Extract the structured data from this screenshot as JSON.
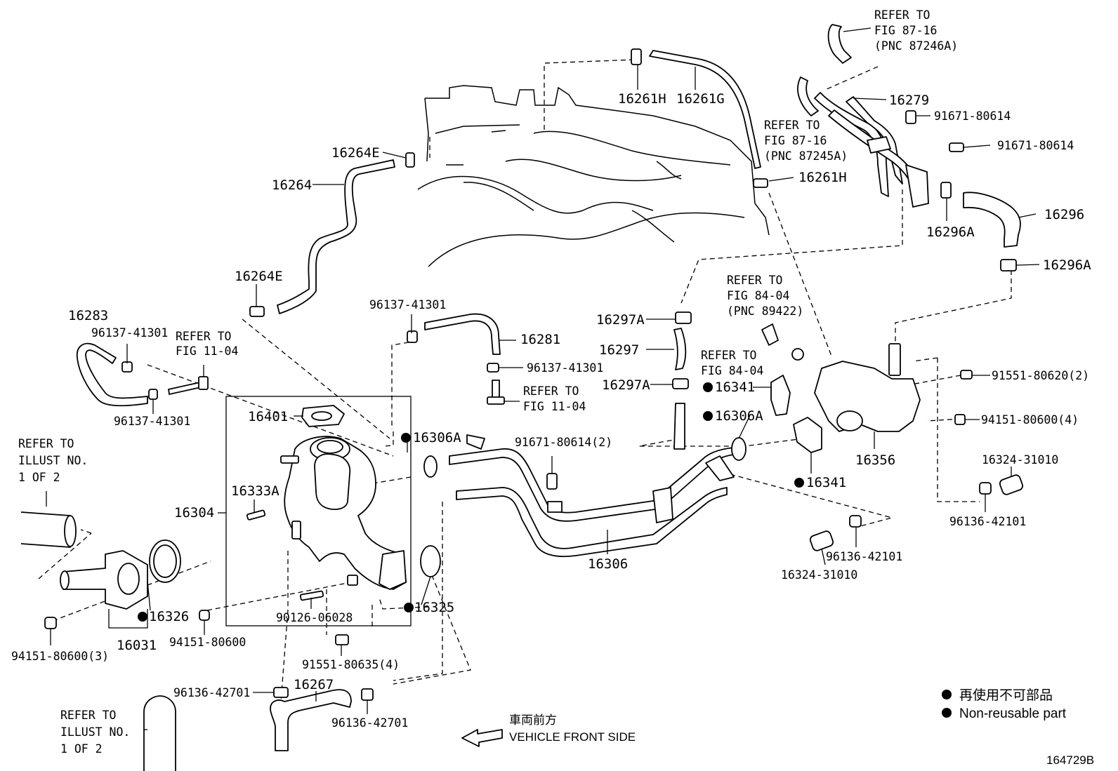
{
  "callouts": {
    "p16261H_top": "16261H",
    "p16261G": "16261G",
    "p16261H_right": "16261H",
    "p16264E_top": "16264E",
    "p16264": "16264",
    "p16264E_left": "16264E",
    "p16283": "16283",
    "p96137_41301_a": "96137-41301",
    "p96137_41301_b": "96137-41301",
    "p96137_41301_c": "96137-41301",
    "p96137_41301_d": "96137-41301",
    "p16281": "16281",
    "p16279": "16279",
    "p91671_80614_a": "91671-80614",
    "p91671_80614_b": "91671-80614",
    "p16296": "16296",
    "p16296A_a": "16296A",
    "p16296A_b": "16296A",
    "p16297A_a": "16297A",
    "p16297": "16297",
    "p16297A_b": "16297A",
    "p16341_a": "16341",
    "p16306A_right": "16306A",
    "p16341_b": "16341",
    "p16356": "16356",
    "p91551_80620": "91551-80620(2)",
    "p94151_80600_4": "94151-80600(4)",
    "p16324_31010_a": "16324-31010",
    "p96136_42101_a": "96136-42101",
    "p96136_42101_b": "96136-42101",
    "p16324_31010_b": "16324-31010",
    "p16401": "16401",
    "p16306A_left": "16306A",
    "p91671_80614_2": "91671-80614(2)",
    "p16333A": "16333A",
    "p16304": "16304",
    "p16306": "16306",
    "p16326": "16326",
    "p16031": "16031",
    "p94151_80600_3": "94151-80600(3)",
    "p94151_80600": "94151-80600",
    "p90126_06028": "90126-06028",
    "p16325": "16325",
    "p91551_80635": "91551-80635(4)",
    "p96136_42701_a": "96136-42701",
    "p16267": "16267",
    "p96136_42701_b": "96136-42701"
  },
  "refer_notes": {
    "fig_87_16_a": [
      "REFER TO",
      "FIG 87-16",
      "(PNC 87246A)"
    ],
    "fig_87_16_b": [
      "REFER TO",
      "FIG 87-16",
      "(PNC 87245A)"
    ],
    "fig_84_04_a": [
      "REFER TO",
      "FIG 84-04",
      "(PNC 89422)"
    ],
    "fig_84_04_b": [
      "REFER TO",
      "FIG 84-04"
    ],
    "fig_11_04_a": [
      "REFER TO",
      "FIG 11-04"
    ],
    "fig_11_04_b": [
      "REFER TO",
      "FIG 11-04"
    ],
    "illust_1": [
      "REFER TO",
      "ILLUST NO.",
      "1 OF 2"
    ],
    "illust_2": [
      "REFER TO",
      "ILLUST NO.",
      "1 OF 2"
    ]
  },
  "direction": {
    "jp": "車両前方",
    "en": "VEHICLE FRONT SIDE"
  },
  "legend": {
    "jp": "再使用不可部品",
    "en": "Non-reusable part"
  },
  "figure_id": "164729B"
}
